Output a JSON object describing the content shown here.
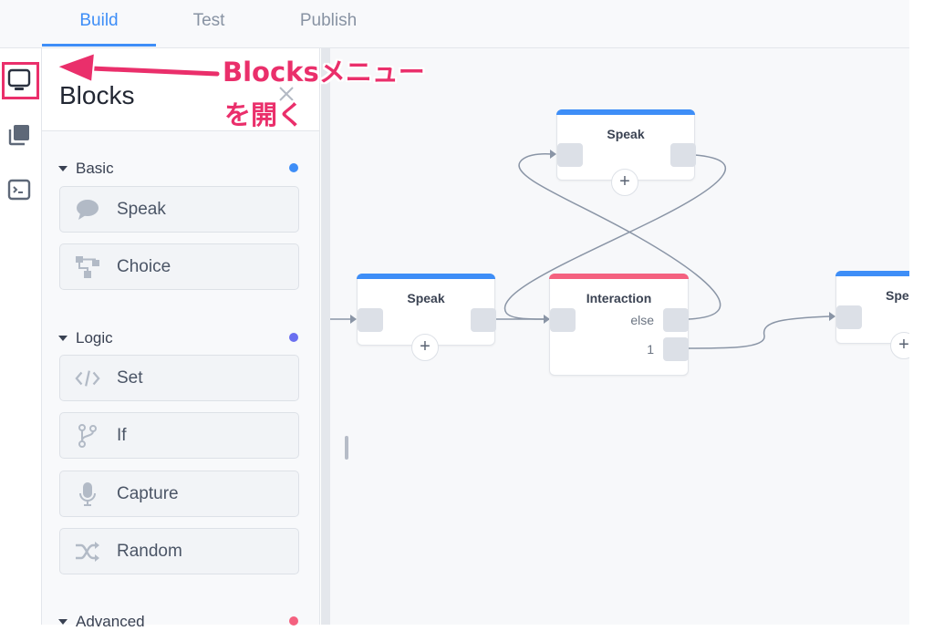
{
  "tabs": [
    {
      "label": "Build",
      "active": true
    },
    {
      "label": "Test",
      "active": false
    },
    {
      "label": "Publish",
      "active": false
    }
  ],
  "rail": {
    "items": [
      {
        "icon": "monitor-icon",
        "highlighted": true
      },
      {
        "icon": "library-icon",
        "highlighted": false
      },
      {
        "icon": "terminal-icon",
        "highlighted": false
      }
    ]
  },
  "panel": {
    "title": "Blocks",
    "sections": [
      {
        "label": "Basic",
        "color": "#3e8ef7",
        "items": [
          {
            "label": "Speak",
            "icon": "speech-bubble-icon"
          },
          {
            "label": "Choice",
            "icon": "choice-tree-icon"
          }
        ]
      },
      {
        "label": "Logic",
        "color": "#6a6ff0",
        "items": [
          {
            "label": "Set",
            "icon": "code-icon"
          },
          {
            "label": "If",
            "icon": "branch-icon"
          },
          {
            "label": "Capture",
            "icon": "microphone-icon"
          },
          {
            "label": "Random",
            "icon": "shuffle-icon"
          }
        ]
      },
      {
        "label": "Advanced",
        "color": "#f4617f",
        "items": []
      }
    ]
  },
  "canvas": {
    "nodes": [
      {
        "title": "Speak",
        "color": "#3e8ef7"
      },
      {
        "title": "Speak",
        "color": "#3e8ef7"
      },
      {
        "title": "Interaction",
        "color": "#f4617f",
        "outputs": [
          "else",
          "1"
        ]
      },
      {
        "title": "Spea",
        "color": "#3e8ef7"
      }
    ],
    "plus_label": "+"
  },
  "annotation": {
    "line1": "Blocksメニュー",
    "line2": "を開く",
    "color": "#ea2f6b"
  }
}
